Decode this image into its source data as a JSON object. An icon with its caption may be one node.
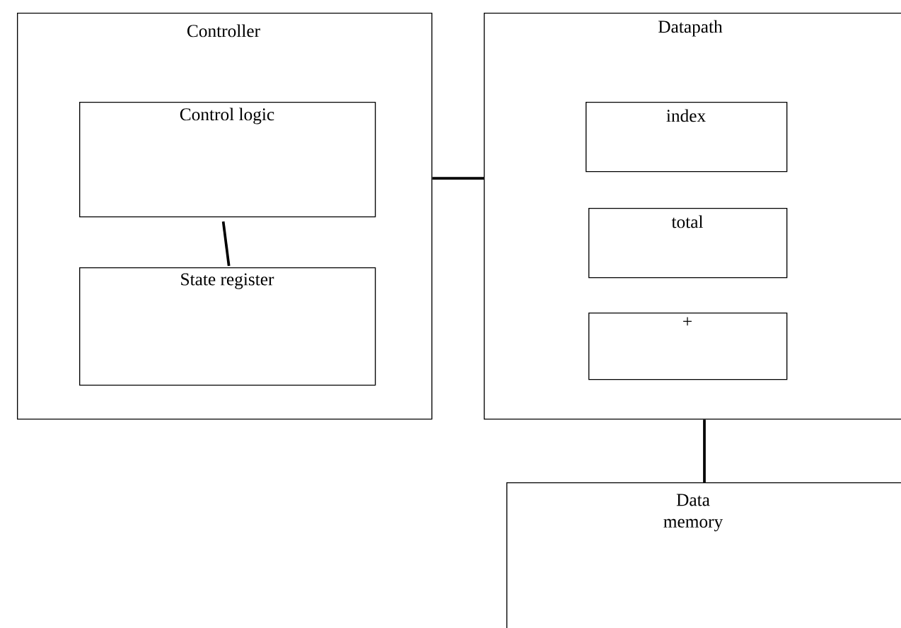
{
  "diagram": {
    "nodes": [
      {
        "text": [
          "Controller"
        ]
      },
      {
        "text": [
          "Control logic"
        ],
        "in": 0
      },
      {
        "text": [
          "State register"
        ],
        "in": 0
      },
      {
        "text": [
          "Datapath"
        ]
      },
      {
        "text": [
          "index"
        ],
        "in": 3
      },
      {
        "text": [
          "total"
        ],
        "in": 3
      },
      {
        "text": [
          "+"
        ],
        "in": 3
      },
      {
        "text": [
          "Data memory"
        ]
      }
    ],
    "edges": [
      {
        "from": 0,
        "to": 3,
        "arrow": "none"
      },
      {
        "from": 1,
        "to": 2,
        "arrow": "none"
      },
      {
        "from": 3,
        "to": 7,
        "arrow": "none"
      }
    ]
  }
}
